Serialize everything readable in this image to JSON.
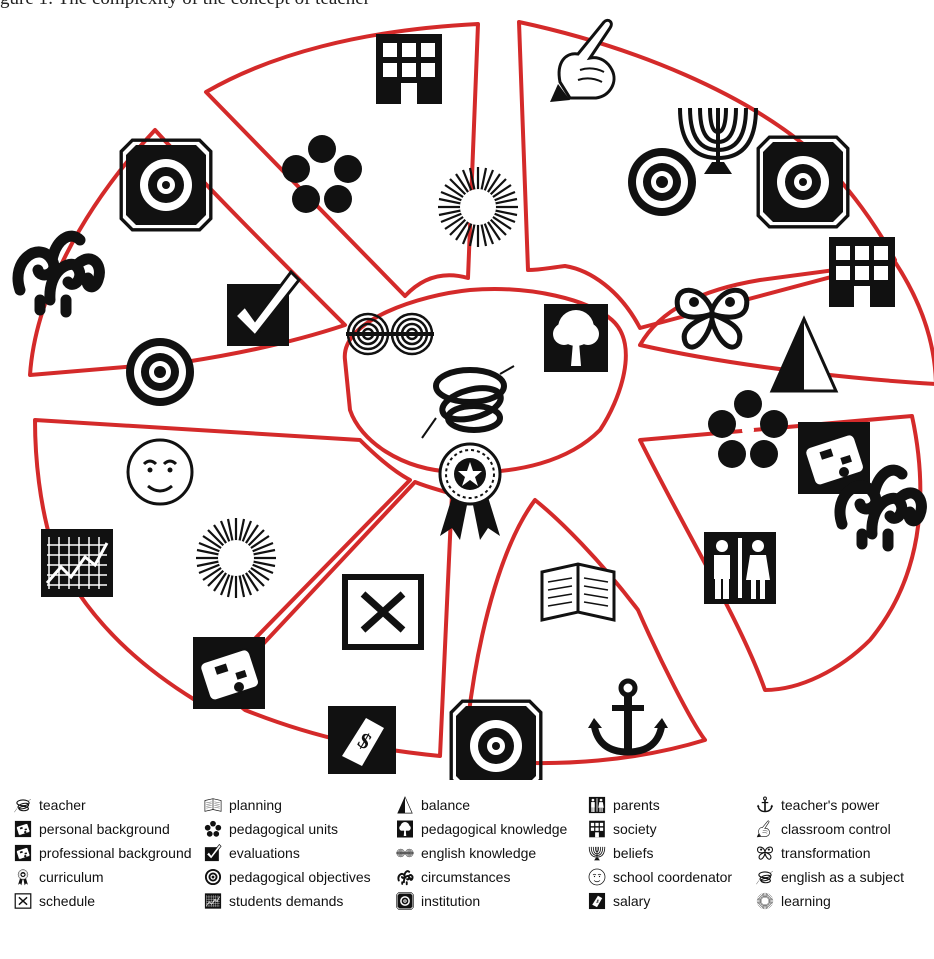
{
  "caption": "gure 1: The complexity of the concept of teacher",
  "legend": [
    {
      "label": "teacher",
      "icon": "knot-icon"
    },
    {
      "label": "personal background",
      "icon": "suitcase-icon"
    },
    {
      "label": "professional background",
      "icon": "suitcase-stickers-icon"
    },
    {
      "label": "curriculum",
      "icon": "ribbon-rosette-icon"
    },
    {
      "label": "schedule",
      "icon": "x-box-icon"
    },
    {
      "label": "planning",
      "icon": "open-book-icon"
    },
    {
      "label": "pedagogical units",
      "icon": "five-dots-icon"
    },
    {
      "label": "evaluations",
      "icon": "checkmark-icon"
    },
    {
      "label": "pedagogical objectives",
      "icon": "target-icon"
    },
    {
      "label": "students demands",
      "icon": "chart-grid-icon"
    },
    {
      "label": "balance",
      "icon": "triangle-icon"
    },
    {
      "label": "pedagogical knowledge",
      "icon": "tree-icon"
    },
    {
      "label": "english knowledge",
      "icon": "swirls-icon"
    },
    {
      "label": "circumstances",
      "icon": "tendrils-icon"
    },
    {
      "label": "institution",
      "icon": "octagon-icon"
    },
    {
      "label": "parents",
      "icon": "man-woman-icon"
    },
    {
      "label": "society",
      "icon": "building-icon"
    },
    {
      "label": "beliefs",
      "icon": "menorah-icon"
    },
    {
      "label": "school coordenator",
      "icon": "moon-face-icon"
    },
    {
      "label": "salary",
      "icon": "price-tag-icon"
    },
    {
      "label": "teacher's power",
      "icon": "anchor-icon"
    },
    {
      "label": "classroom control",
      "icon": "pointing-hand-icon"
    },
    {
      "label": "transformation",
      "icon": "butterfly-icon"
    },
    {
      "label": "english as a subject",
      "icon": "knot-icon"
    },
    {
      "label": "learning",
      "icon": "sunburst-icon"
    }
  ],
  "colors": {
    "outline": "#d42a2a",
    "ink": "#111111"
  }
}
